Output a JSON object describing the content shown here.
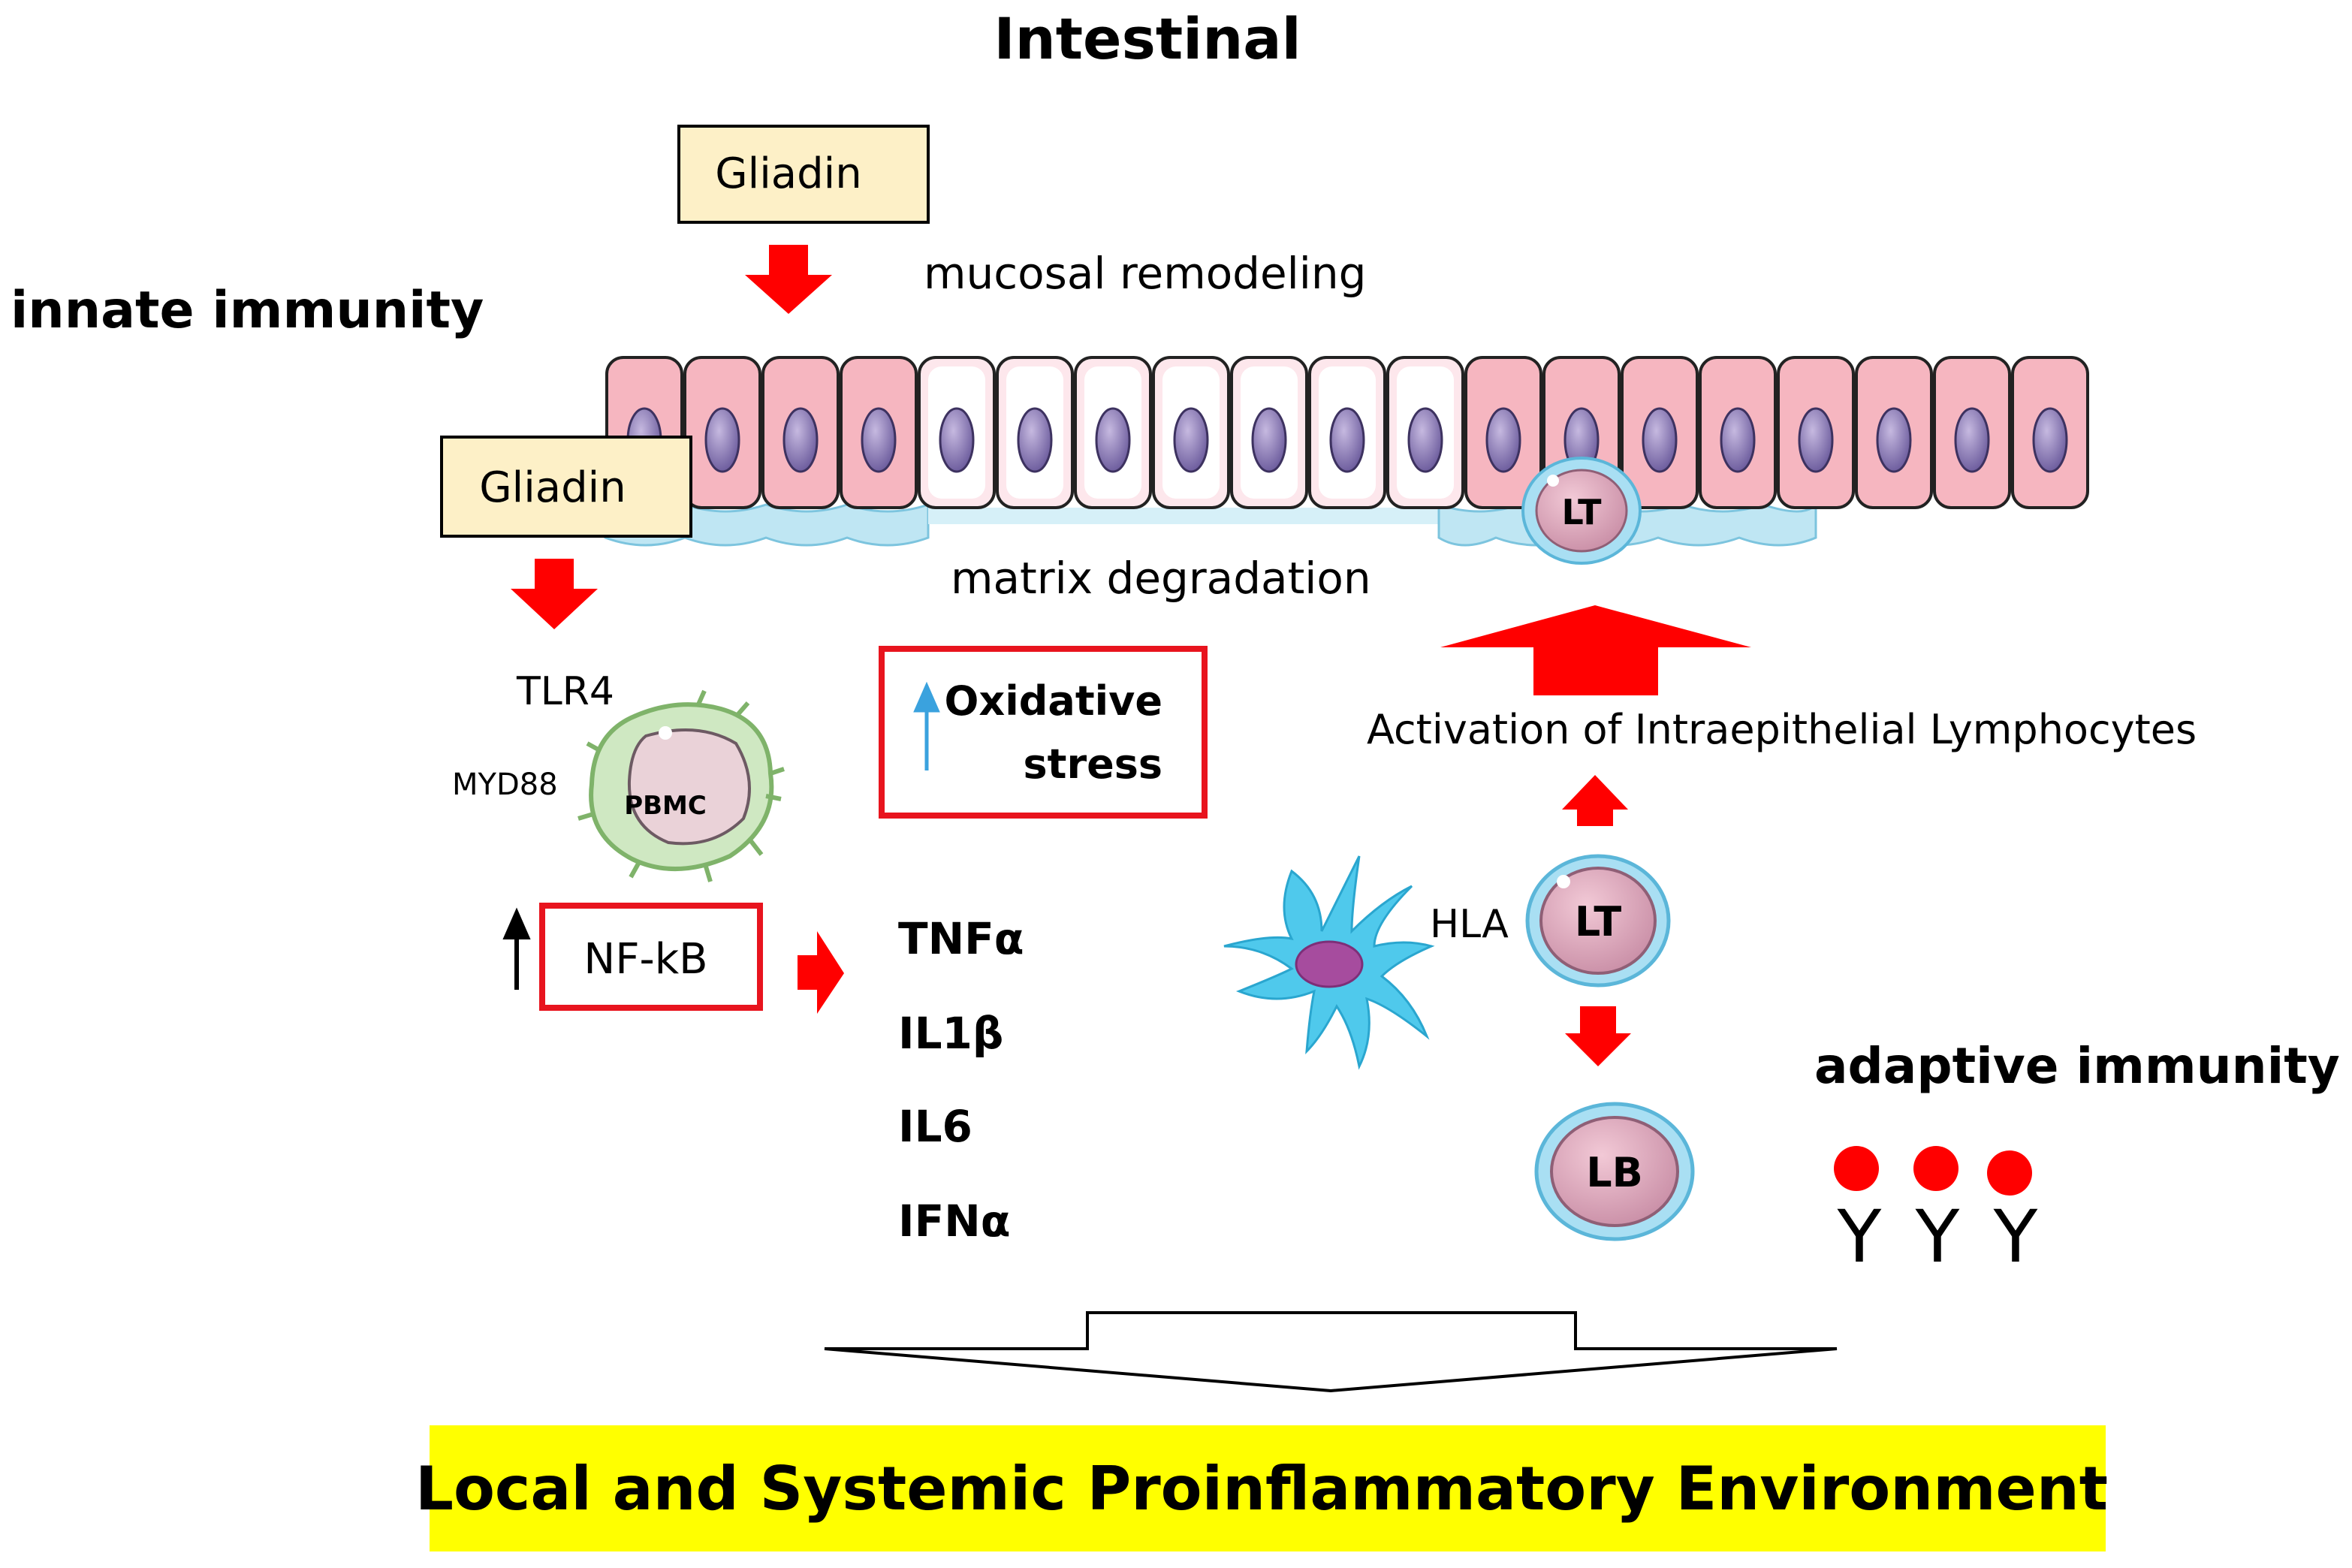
{
  "title": "Intestinal",
  "labels": {
    "innate_immunity": "innate immunity",
    "adaptive_immunity": "adaptive immunity",
    "mucosal_remodeling": "mucosal remodeling",
    "matrix_degradation": "matrix degradation",
    "gliadin_top": "Gliadin",
    "gliadin_left": "Gliadin",
    "tlr4": "TLR4",
    "myd88": "MYD88",
    "pbmc": "PBMC",
    "nfkb": "NF-kB",
    "oxidative_stress_line1": "Oxidative",
    "oxidative_stress_line2": "stress",
    "activation": "Activation of Intraepithelial Lymphocytes",
    "hla": "HLA",
    "lt": "LT",
    "lt_epithelial": "LT",
    "lb": "LB",
    "bottom_banner": "Local and Systemic Proinflammatory Environment"
  },
  "cytokines": [
    "TNFα",
    "IL1β",
    "IL6",
    "IFNα"
  ],
  "antibody_glyph": "Y",
  "colors": {
    "arrow_red": "#ff0000",
    "box_border_red": "#e8141e",
    "gliadin_fill": "#fdf0c7",
    "banner_yellow": "#ffff00",
    "cell_pink": "#f6b6c0",
    "cell_pale": "#fde7ec",
    "nucleus": "#8878b4",
    "basement_blue": "#bfe6f3",
    "dendritic_cyan": "#4fc9ec",
    "lymph_fill": "#e2aec0",
    "lymph_ring": "#8ed2ee",
    "pbmc_ring": "#b5dba5",
    "pbmc_fill": "#ead2d8",
    "up_arrow_blue": "#3aa2de"
  }
}
